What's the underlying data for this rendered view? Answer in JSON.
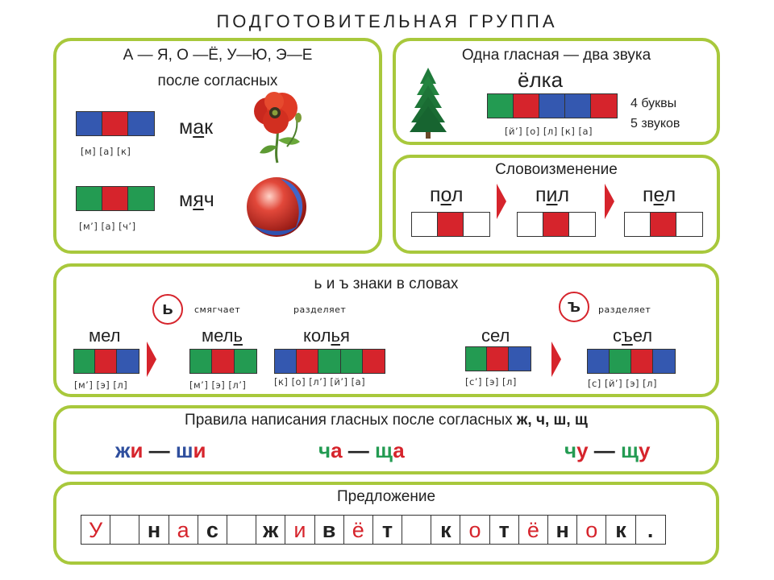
{
  "title": "ПОДГОТОВИТЕЛЬНАЯ ГРУППА",
  "vowels": {
    "heading1": "А — Я, О —Ё, У—Ю, Э—Е",
    "heading2": "после согласных",
    "word1_pre": "м",
    "word1_vowel": "а",
    "word1_post": "к",
    "trans1": "[м] [а] [к]",
    "word2_pre": "м",
    "word2_vowel": "я",
    "word2_post": "ч",
    "trans2": "[м’] [а] [ч’]",
    "word1_colors": [
      "#3458b0",
      "#d6242c",
      "#3458b0"
    ],
    "word2_colors": [
      "#239b52",
      "#d6242c",
      "#239b52"
    ]
  },
  "yolka": {
    "heading": "Одна гласная — два звука",
    "word": "ёлка",
    "letters": "4 буквы",
    "sounds": "5 звуков",
    "trans": "[й’] [о] [л] [к] [а]",
    "colors": [
      "#239b52",
      "#d6242c",
      "#3458b0",
      "#3458b0",
      "#d6242c"
    ]
  },
  "inflection": {
    "heading": "Словоизменение",
    "w1_pre": "п",
    "w1_vowel": "о",
    "w1_post": "л",
    "w2_pre": "п",
    "w2_vowel": "и",
    "w2_post": "л",
    "w3_pre": "п",
    "w3_vowel": "е",
    "w3_post": "л"
  },
  "signs": {
    "heading": "ь и ъ знаки в словах",
    "soft_sign": "ь",
    "hard_sign": "ъ",
    "softens": "смягчает",
    "separates1": "разделяет",
    "separates2": "разделяет",
    "mel": "мел",
    "mel_trans": "[м’] [э] [л]",
    "mel_soft_pre": "мел",
    "mel_soft_sign": "ь",
    "mel_soft_trans": "[м’] [э] [л’]",
    "kolya_pre": "кол",
    "kolya_sign": "ь",
    "kolya_post": "я",
    "kolya_trans": "[к] [о] [л’] [й’] [а]",
    "sel": "сел",
    "sel_trans": "[с’] [э] [л]",
    "syel_pre": "с",
    "syel_sign": "ъ",
    "syel_post": "ел",
    "syel_trans": "[с] [й’] [э] [л]"
  },
  "rules": {
    "heading_pre": "Правила написания гласных после согласных ",
    "heading_letters": "ж, ч, ш, щ",
    "p1_c1": "ж",
    "p1_v1": "и",
    "p1_dash": " — ",
    "p1_c2": "ш",
    "p1_v2": "и",
    "p2_c1": "ч",
    "p2_v1": "а",
    "p2_dash": " — ",
    "p2_c2": "щ",
    "p2_v2": "а",
    "p3_c1": "ч",
    "p3_v1": "у",
    "p3_dash": " — ",
    "p3_c2": "щ",
    "p3_v2": "у"
  },
  "sentence": {
    "heading": "Предложение",
    "cells": [
      "У",
      "",
      "н",
      "а",
      "с",
      "",
      "ж",
      "и",
      "в",
      "ё",
      "т",
      "",
      "к",
      "о",
      "т",
      "ё",
      "н",
      "о",
      "к",
      "."
    ],
    "vowel_cells": [
      0,
      3,
      7,
      9,
      13,
      15,
      17
    ]
  }
}
